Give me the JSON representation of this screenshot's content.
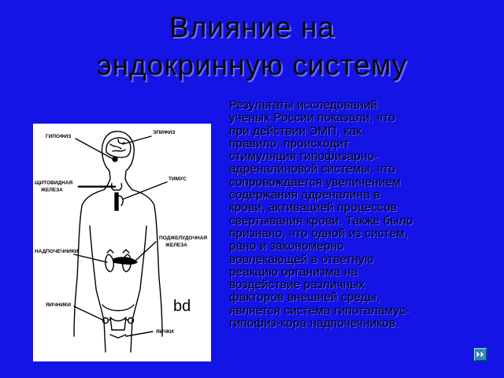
{
  "slide": {
    "title_line1": "Влияние на",
    "title_line2": "эндокринную систему",
    "paragraph_lines": [
      "Результаты исследований",
      "ученых России показали, что",
      "при действии ЭМП, как",
      "правило, происходит",
      "стимуляция гипофизарно-",
      "адреналиновой системы, что",
      "сопровождается увеличением",
      "содержания адреналина в",
      "крови, активацией процессов",
      "свертывания крови. Также было",
      "признано, что одной из систем,",
      "рано и закономерно",
      "вовлекающей в ответную",
      "реакцию организма на",
      "воздействие различных",
      "факторов внешней среды,",
      "является система гипоталамус-",
      "гипофиз-кора надпочечников."
    ]
  },
  "figure": {
    "labels": {
      "pituitary": "ГИПОФИЗ",
      "epiphysis": "ЭПИФИЗ",
      "thyroid_line1": "ЩИТОВИДНАЯ",
      "thyroid_line2": "ЖЕЛЕЗА",
      "thymus": "ТИМУС",
      "pancreas_line1": "ПОДЖЕЛУДОЧНАЯ",
      "pancreas_line2": "ЖЕЛЕЗА",
      "adrenals": "НАДПОЧЕЧНИКИ",
      "ovaries": "ЯИЧНИКИ",
      "testes": "ЯИЧКИ",
      "mark": "bd"
    }
  },
  "nav": {
    "icon": "next-slide-icon"
  },
  "colors": {
    "background": "#1414e6",
    "text": "#000000",
    "text_shadow": "#5a5aff",
    "figure_bg": "#ffffff",
    "nav_button": "#2c8fd0"
  }
}
